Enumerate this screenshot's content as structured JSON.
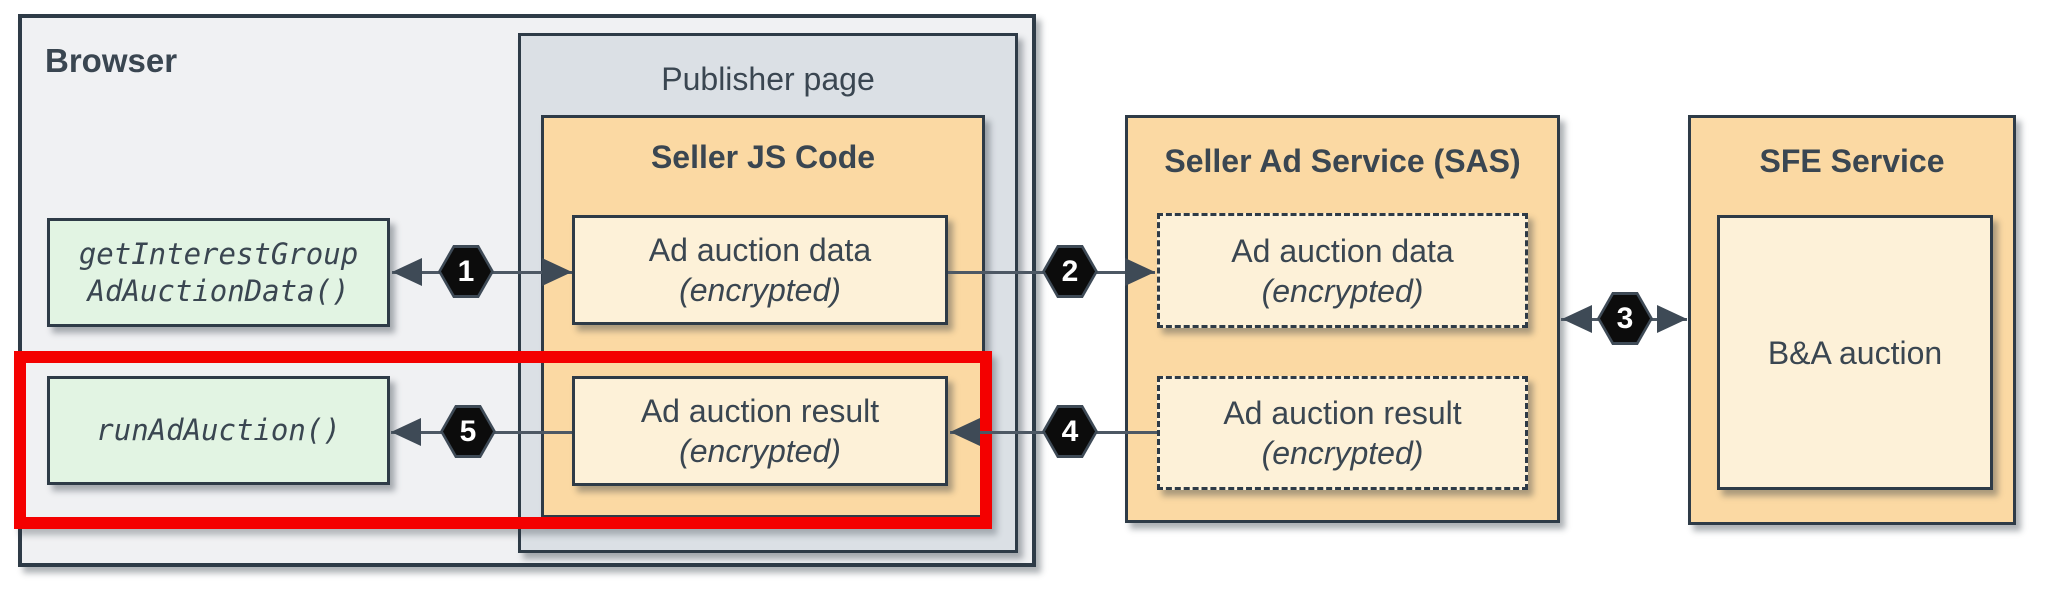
{
  "browser": {
    "title": "Browser",
    "get_interest_group": {
      "line1": "getInterestGroup",
      "line2": "AdAuctionData()"
    },
    "run_ad_auction": {
      "line1": "runAdAuction()"
    }
  },
  "publisher_page": {
    "title": "Publisher page"
  },
  "seller_js": {
    "title": "Seller JS Code",
    "data_box": {
      "line1": "Ad auction data",
      "line2": "(encrypted)"
    },
    "result_box": {
      "line1": "Ad auction result",
      "line2": "(encrypted)"
    }
  },
  "sas": {
    "title": "Seller Ad Service (SAS)",
    "data_box": {
      "line1": "Ad auction data",
      "line2": "(encrypted)"
    },
    "result_box": {
      "line1": "Ad auction result",
      "line2": "(encrypted)"
    }
  },
  "sfe": {
    "title": "SFE Service",
    "auction_box": "B&A auction"
  },
  "steps": {
    "step1": "1",
    "step2": "2",
    "step3": "3",
    "step4": "4",
    "step5": "5"
  },
  "colors": {
    "container_orange": "#fbd9a3",
    "inner_cream": "#fdf1d8",
    "api_green": "#e2f4e3",
    "browser_gray": "#f0f1f3",
    "publisher_gray": "#dbe0e5",
    "border_dark": "#2e3b47",
    "text": "#3a4651",
    "highlight_red": "#f40000",
    "hexagon_black": "#0c0c0c",
    "connector_gray": "#4d5864"
  }
}
